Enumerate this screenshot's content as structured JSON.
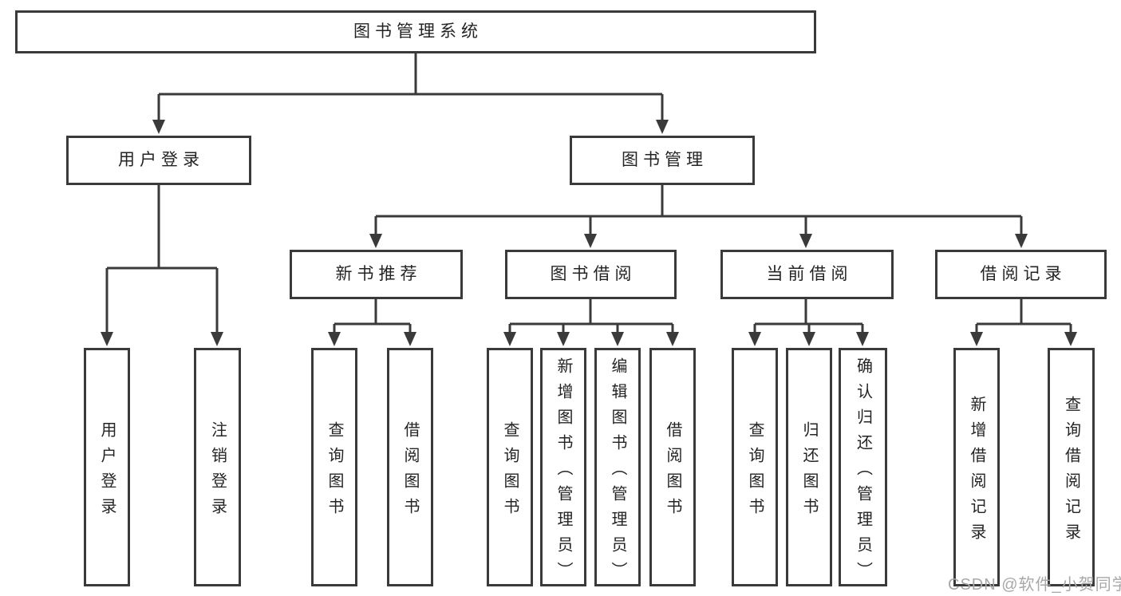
{
  "tree": {
    "root": "图书管理系统",
    "user": {
      "label": "用户登录",
      "children": [
        "用户登录",
        "注销登录"
      ]
    },
    "mgmt": {
      "label": "图书管理",
      "groups": [
        {
          "label": "新书推荐",
          "children": [
            "查询图书",
            "借阅图书"
          ]
        },
        {
          "label": "图书借阅",
          "children": [
            "查询图书",
            "新增图书（管理员）",
            "编辑图书（管理员）",
            "借阅图书"
          ]
        },
        {
          "label": "当前借阅",
          "children": [
            "查询图书",
            "归还图书",
            "确认归还（管理员）"
          ]
        },
        {
          "label": "借阅记录",
          "children": [
            "新增借阅记录",
            "查询借阅记录"
          ]
        }
      ]
    }
  },
  "watermark": "CSDN @软件_小贺同学",
  "colors": {
    "line": "#3a3a3a",
    "text": "#242424",
    "box_bg": "#ffffff",
    "page_bg": "#ffffff",
    "watermark": "#a8a8a8"
  }
}
